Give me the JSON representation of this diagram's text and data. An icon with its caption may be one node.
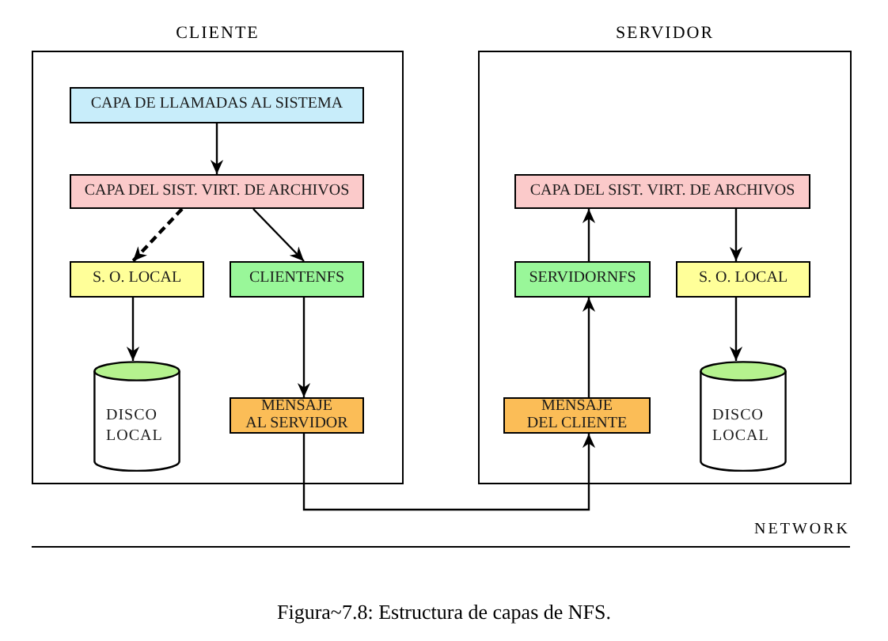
{
  "diagram": {
    "caption": "Figura~7.8: Estructura de capas de NFS.",
    "nodes": [
      {
        "text": [
          "CLIENTE"
        ]
      },
      {
        "text": [
          "CAPA DE LLAMADAS AL SISTEMA"
        ],
        "in": 0
      },
      {
        "text": [
          "CAPA DEL SIST. VIRT. DE ARCHIVOS"
        ],
        "in": 0
      },
      {
        "text": [
          "S. O. LOCAL"
        ],
        "in": 0
      },
      {
        "text": [
          "CLIENTENFS"
        ],
        "in": 0
      },
      {
        "text": [
          "DISCO LOCAL"
        ],
        "in": 0
      },
      {
        "text": [
          "MENSAJE AL SERVIDOR"
        ],
        "in": 0
      },
      {
        "text": [
          "SERVIDOR"
        ]
      },
      {
        "text": [
          "CAPA DEL SIST. VIRT. DE ARCHIVOS"
        ],
        "in": 7
      },
      {
        "text": [
          "SERVIDORNFS"
        ],
        "in": 7
      },
      {
        "text": [
          "S. O. LOCAL"
        ],
        "in": 7
      },
      {
        "text": [
          "MENSAJE DEL CLIENTE"
        ],
        "in": 7
      },
      {
        "text": [
          "DISCO LOCAL"
        ],
        "in": 7
      }
    ],
    "edges": [
      {
        "from": 1,
        "to": 2,
        "arrow": "to"
      },
      {
        "from": 2,
        "to": 3,
        "arrow": "to",
        "style": "dashed"
      },
      {
        "from": 2,
        "to": 4,
        "arrow": "to"
      },
      {
        "from": 3,
        "to": 5,
        "arrow": "to"
      },
      {
        "from": 4,
        "to": 6,
        "arrow": "to"
      },
      {
        "from": 6,
        "to": 11,
        "arrow": "to"
      },
      {
        "from": 11,
        "to": 9,
        "arrow": "to"
      },
      {
        "from": 9,
        "to": 8,
        "arrow": "to"
      },
      {
        "from": 8,
        "to": 10,
        "arrow": "to"
      },
      {
        "from": 10,
        "to": 12,
        "arrow": "to"
      }
    ],
    "labels": [
      "NETWORK"
    ]
  }
}
